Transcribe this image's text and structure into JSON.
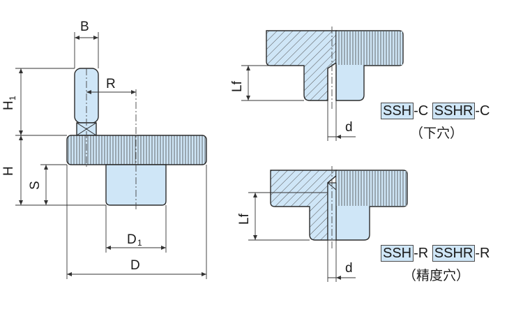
{
  "dimensions": {
    "B": "B",
    "R": "R",
    "H1_main": "H",
    "H1_sub": "1",
    "H": "H",
    "S": "S",
    "D1_main": "D",
    "D1_sub": "1",
    "D": "D",
    "Lf_top": "Lf",
    "d_top": "d",
    "Lf_bottom": "Lf",
    "d_bottom": "d"
  },
  "variant_c": {
    "code1": "SSH",
    "suffix1": "-C",
    "code2": "SSHR",
    "suffix2": "-C",
    "note": "（下穴）"
  },
  "variant_r": {
    "code1": "SSH",
    "suffix1": "-R",
    "code2": "SSHR",
    "suffix2": "-R",
    "note": "（精度穴）"
  },
  "colors": {
    "fill": "#cfe6f7",
    "outline": "#2b2b2b",
    "line": "#333333",
    "hatch": "#555555"
  }
}
